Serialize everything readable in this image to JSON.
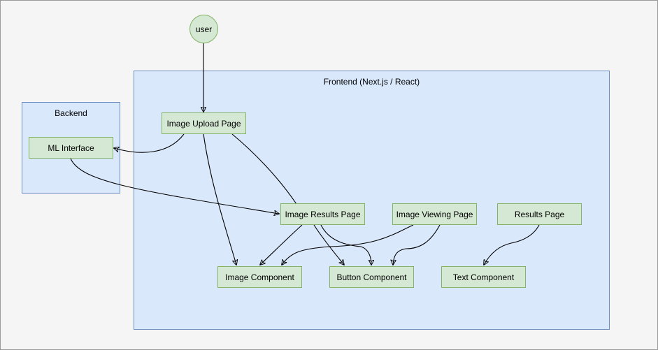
{
  "diagram": {
    "actor": {
      "label": "user"
    },
    "frontend": {
      "title": "Frontend (Next.js / React)"
    },
    "backend": {
      "title": "Backend"
    },
    "nodes": {
      "image_upload_page": "Image Upload Page",
      "ml_interface": "ML Interface",
      "image_results_page": "Image Results Page",
      "image_viewing_page": "Image Viewing Page",
      "results_page": "Results Page",
      "image_component": "Image Component",
      "button_component": "Button Component",
      "text_component": "Text Component"
    }
  },
  "colors": {
    "canvas_background": "#f5f5f5",
    "container_fill": "#dae8fc",
    "container_stroke": "#6c8ebf",
    "node_fill": "#d5e8d4",
    "node_stroke": "#82b366"
  }
}
